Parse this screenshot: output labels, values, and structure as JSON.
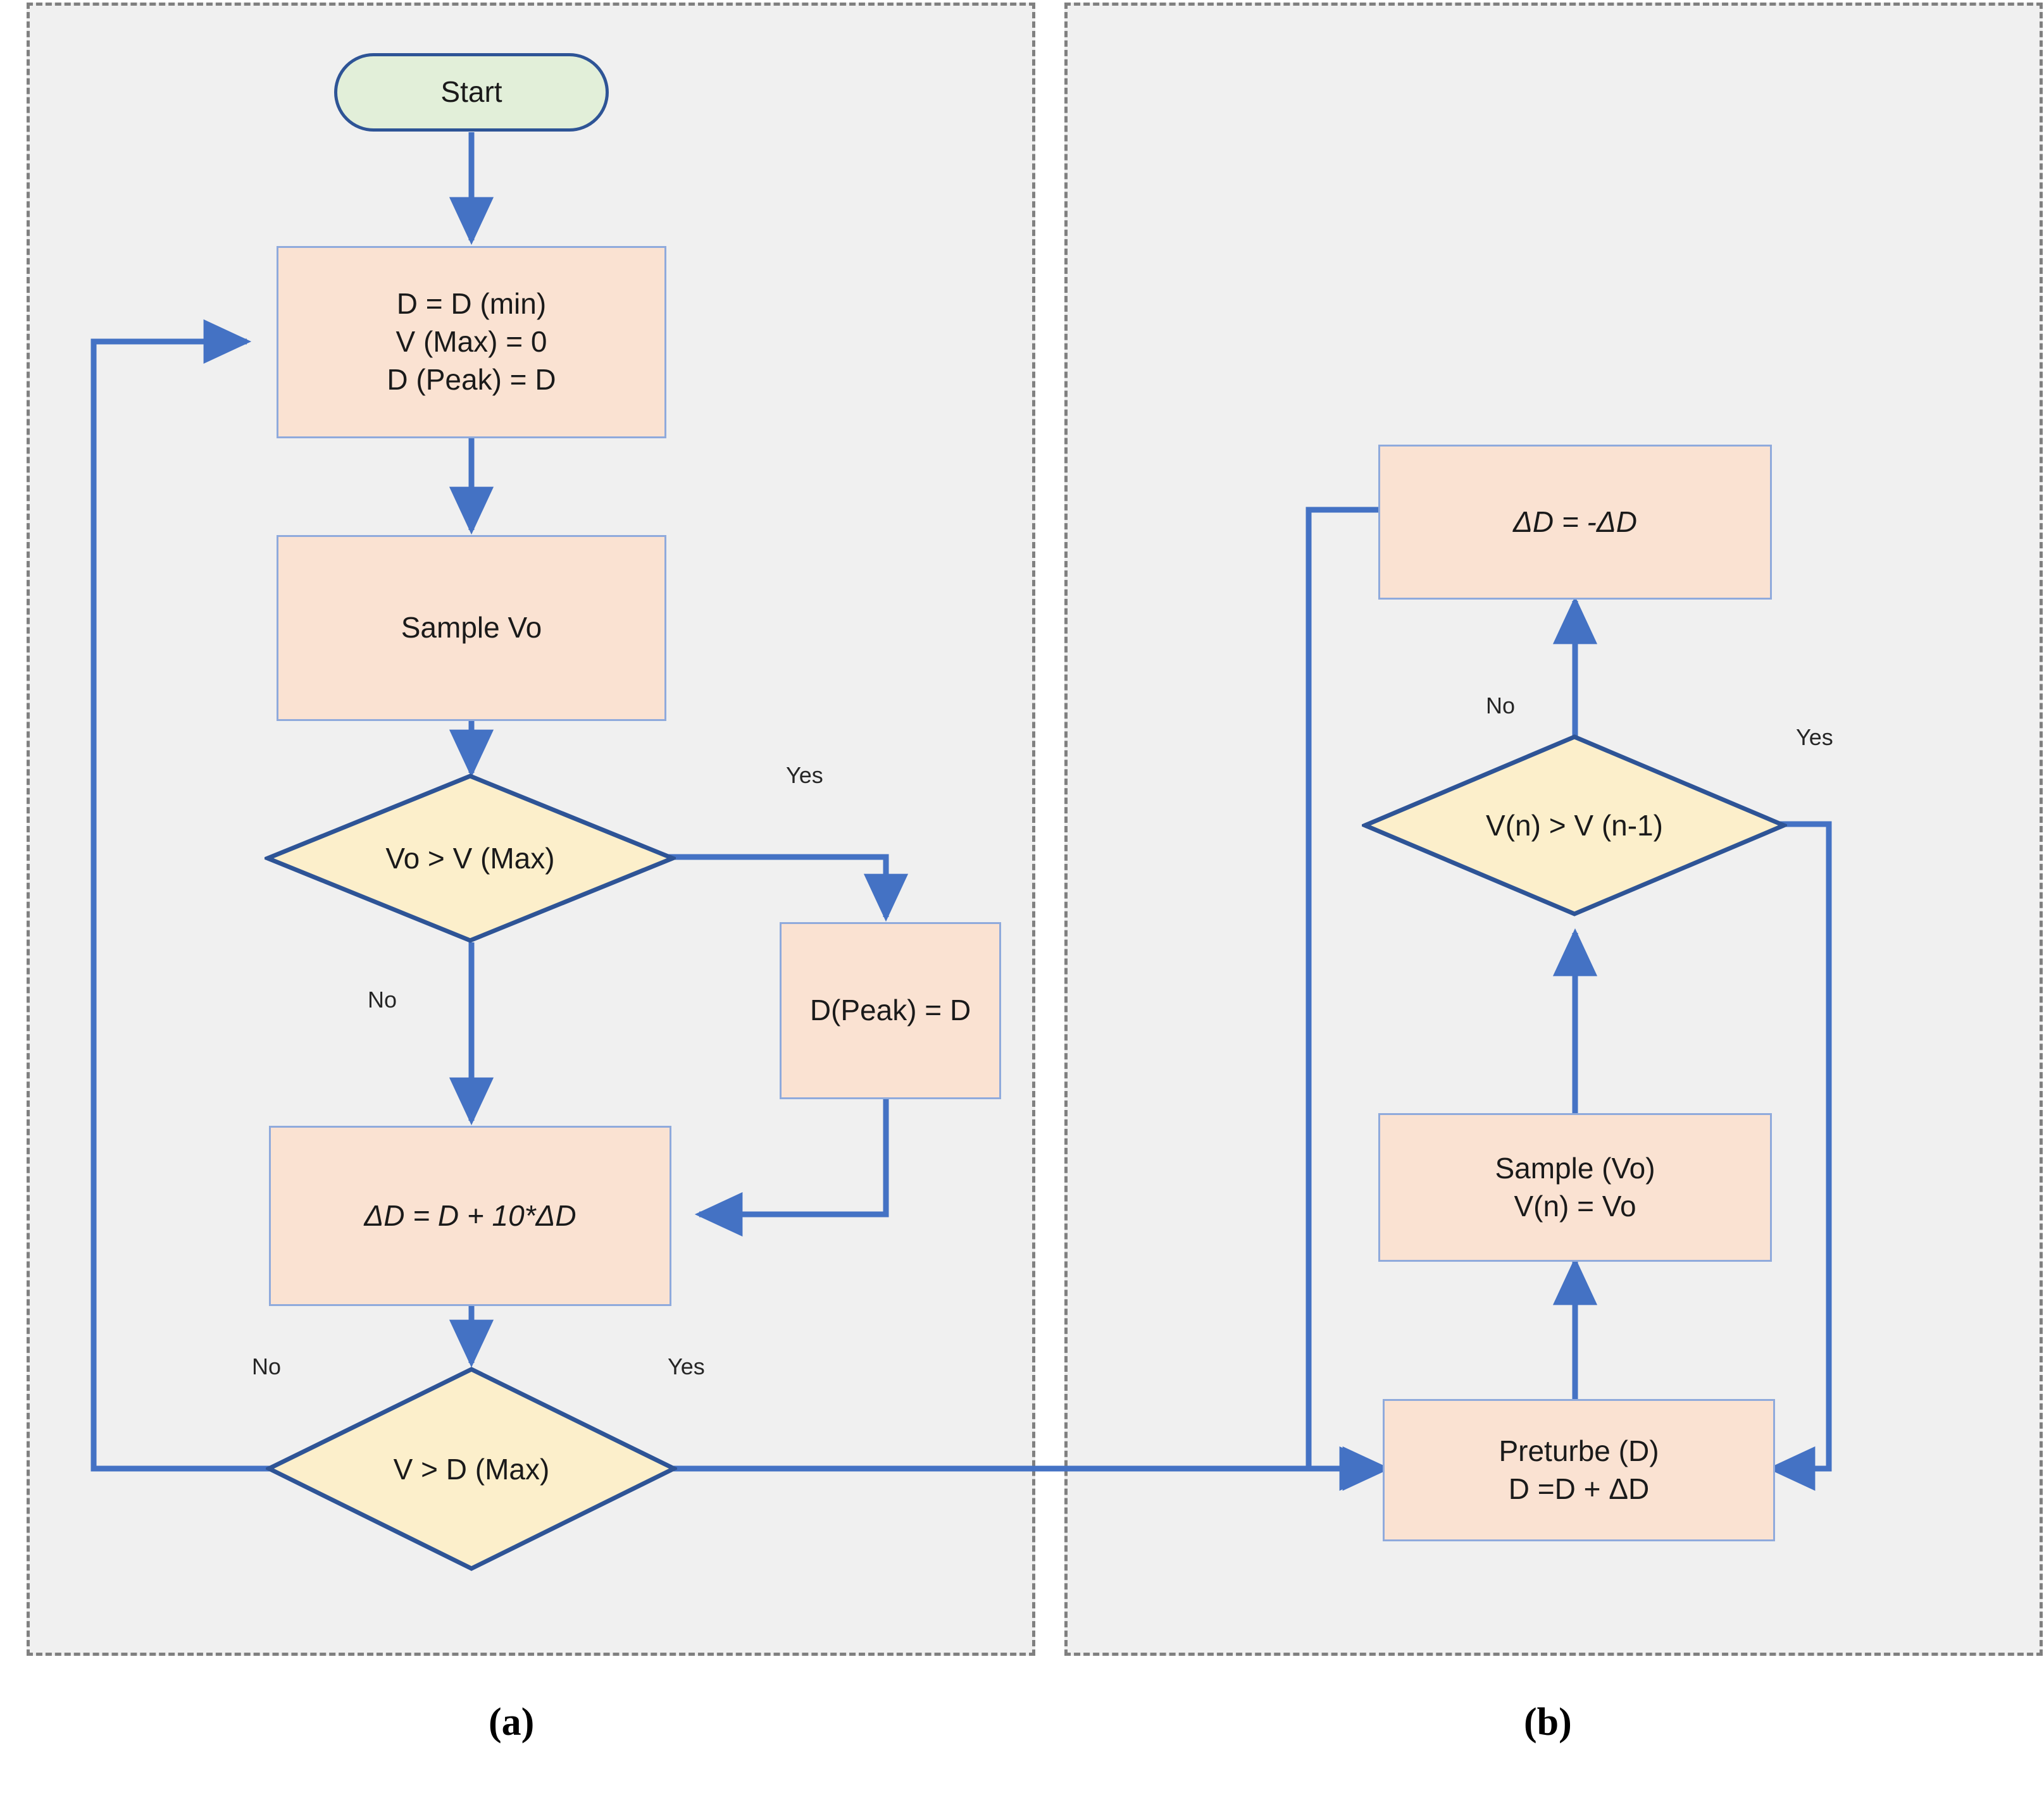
{
  "figure": {
    "panels": [
      {
        "id": "a",
        "caption": "(a)",
        "nodes": {
          "start": "Start",
          "init": "D = D (min)\nV (Max) = 0\nD (Peak) = D",
          "sample": "Sample Vo",
          "decision_vo": "Vo > V (Max)",
          "dpeak": "D(Peak) = D",
          "delta": "ΔD = D + 10*ΔD",
          "decision_v": "V > D (Max)"
        },
        "edge_labels": {
          "vo_yes": "Yes",
          "vo_no": "No",
          "v_no": "No",
          "v_yes": "Yes"
        }
      },
      {
        "id": "b",
        "caption": "(b)",
        "nodes": {
          "invert": "ΔD = -ΔD",
          "decision_vn": "V(n) > V (n-1)",
          "sample": "Sample (Vo)\nV(n) = Vo",
          "perturb": "Preturbe (D)\nD =D +  ΔD"
        },
        "edge_labels": {
          "vn_no": "No",
          "vn_yes": "Yes"
        }
      }
    ]
  },
  "colors": {
    "panel_background": "#f0f0f0",
    "panel_border": "#808080",
    "process_fill": "#fae2d2",
    "process_stroke": "#8faadc",
    "decision_fill": "#fcefcb",
    "decision_stroke": "#2e5496",
    "terminator_fill": "#e2efd9",
    "terminator_stroke": "#2e5496",
    "connector": "#4472c4"
  }
}
